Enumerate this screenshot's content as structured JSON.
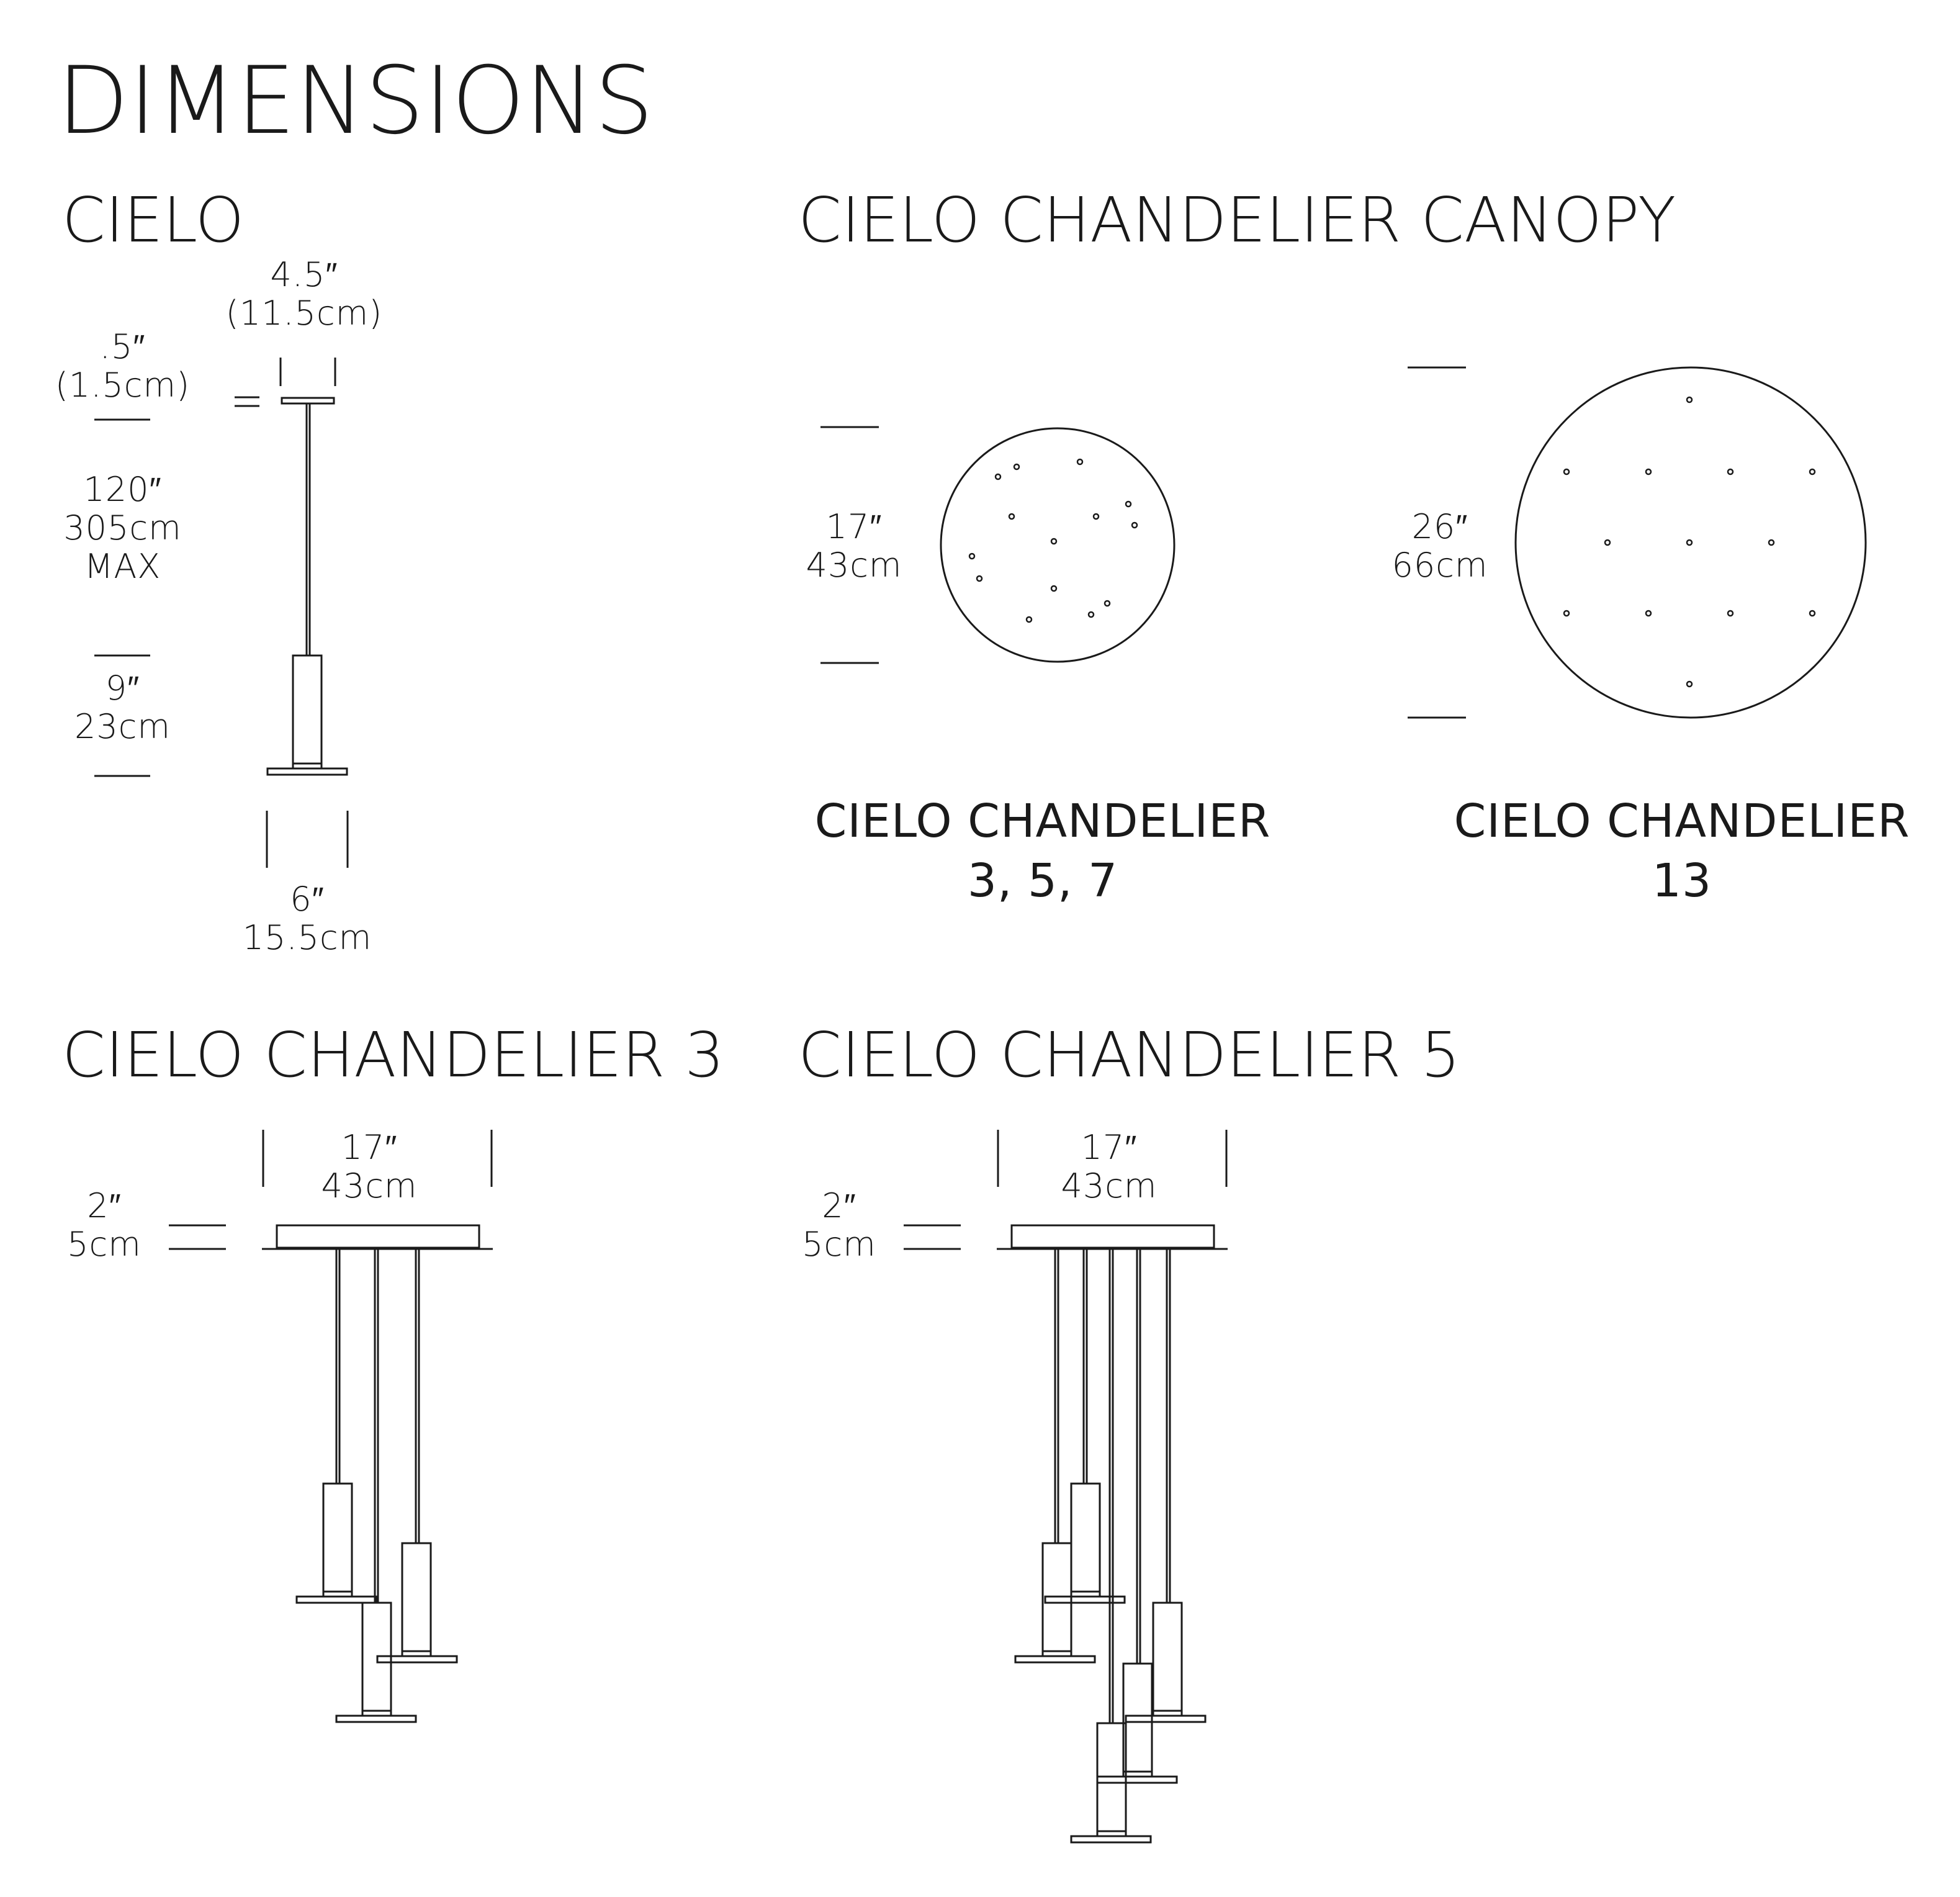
{
  "page_title": "DIMENSIONS",
  "sections": {
    "cielo": {
      "title": "CIELO",
      "canopy_width": [
        "4.5″",
        "(11.5cm)"
      ],
      "canopy_height": [
        ".5″",
        "(1.5cm)"
      ],
      "cord_length": [
        "120″",
        "305cm",
        "MAX"
      ],
      "shade_height": [
        "9″",
        "23cm"
      ],
      "shade_width": [
        "6″",
        "15.5cm"
      ]
    },
    "canopy": {
      "title": "CIELO CHANDELIER CANOPY",
      "small": {
        "diameter": [
          "17″",
          "43cm"
        ],
        "label": "CIELO CHANDELIER",
        "models": "3, 5, 7"
      },
      "large": {
        "diameter": [
          "26″",
          "66cm"
        ],
        "label": "CIELO CHANDELIER",
        "models": "13"
      }
    },
    "chandelier3": {
      "title": "CIELO CHANDELIER 3",
      "width": [
        "17″",
        "43cm"
      ],
      "height": [
        "2″",
        "5cm"
      ]
    },
    "chandelier5": {
      "title": "CIELO CHANDELIER 5",
      "width": [
        "17″",
        "43cm"
      ],
      "height": [
        "2″",
        "5cm"
      ]
    }
  }
}
